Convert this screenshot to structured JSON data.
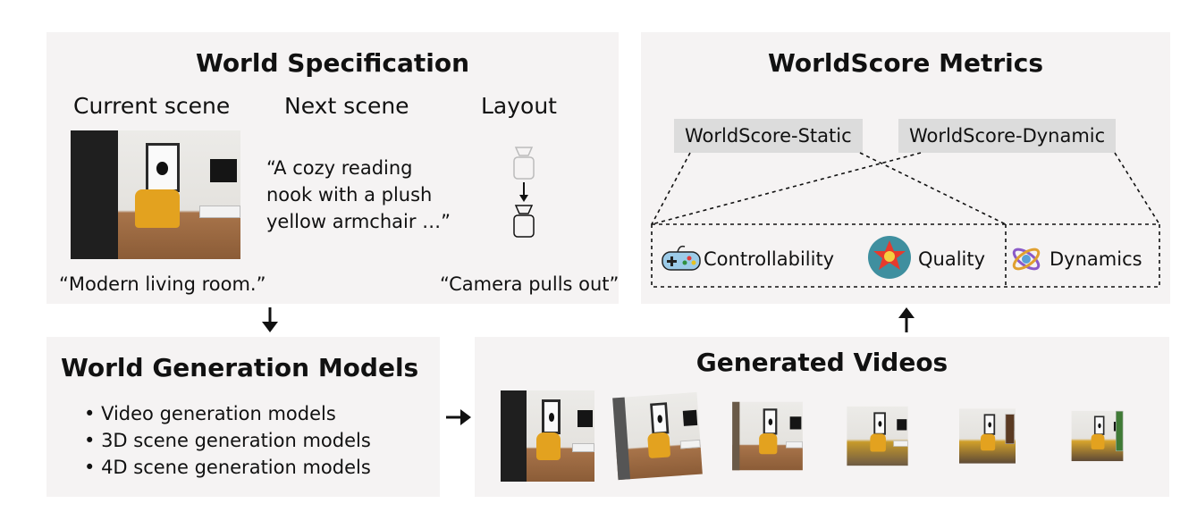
{
  "spec": {
    "title": "World Specification",
    "col1": "Current scene",
    "col2": "Next scene",
    "col3": "Layout",
    "next_scene_text": [
      "“A cozy reading",
      "nook with a plush",
      "yellow armchair …”"
    ],
    "current_caption": "“Modern living room.”",
    "layout_caption": "“Camera pulls out”"
  },
  "metrics": {
    "title": "WorldScore Metrics",
    "static_label": "WorldScore-Static",
    "dynamic_label": "WorldScore-Dynamic",
    "items": [
      {
        "label": "Controllability",
        "icon": "gamepad-icon"
      },
      {
        "label": "Quality",
        "icon": "medal-icon"
      },
      {
        "label": "Dynamics",
        "icon": "orbit-icon"
      }
    ]
  },
  "gen": {
    "title": "World Generation Models",
    "bullets": [
      "Video generation models",
      "3D scene generation models",
      "4D scene generation models"
    ]
  },
  "videos": {
    "title": "Generated Videos",
    "frame_count": 6
  },
  "colors": {
    "panel": "#f5f3f3",
    "tag": "#dcdcdc",
    "yellow": "#e3a21f"
  }
}
